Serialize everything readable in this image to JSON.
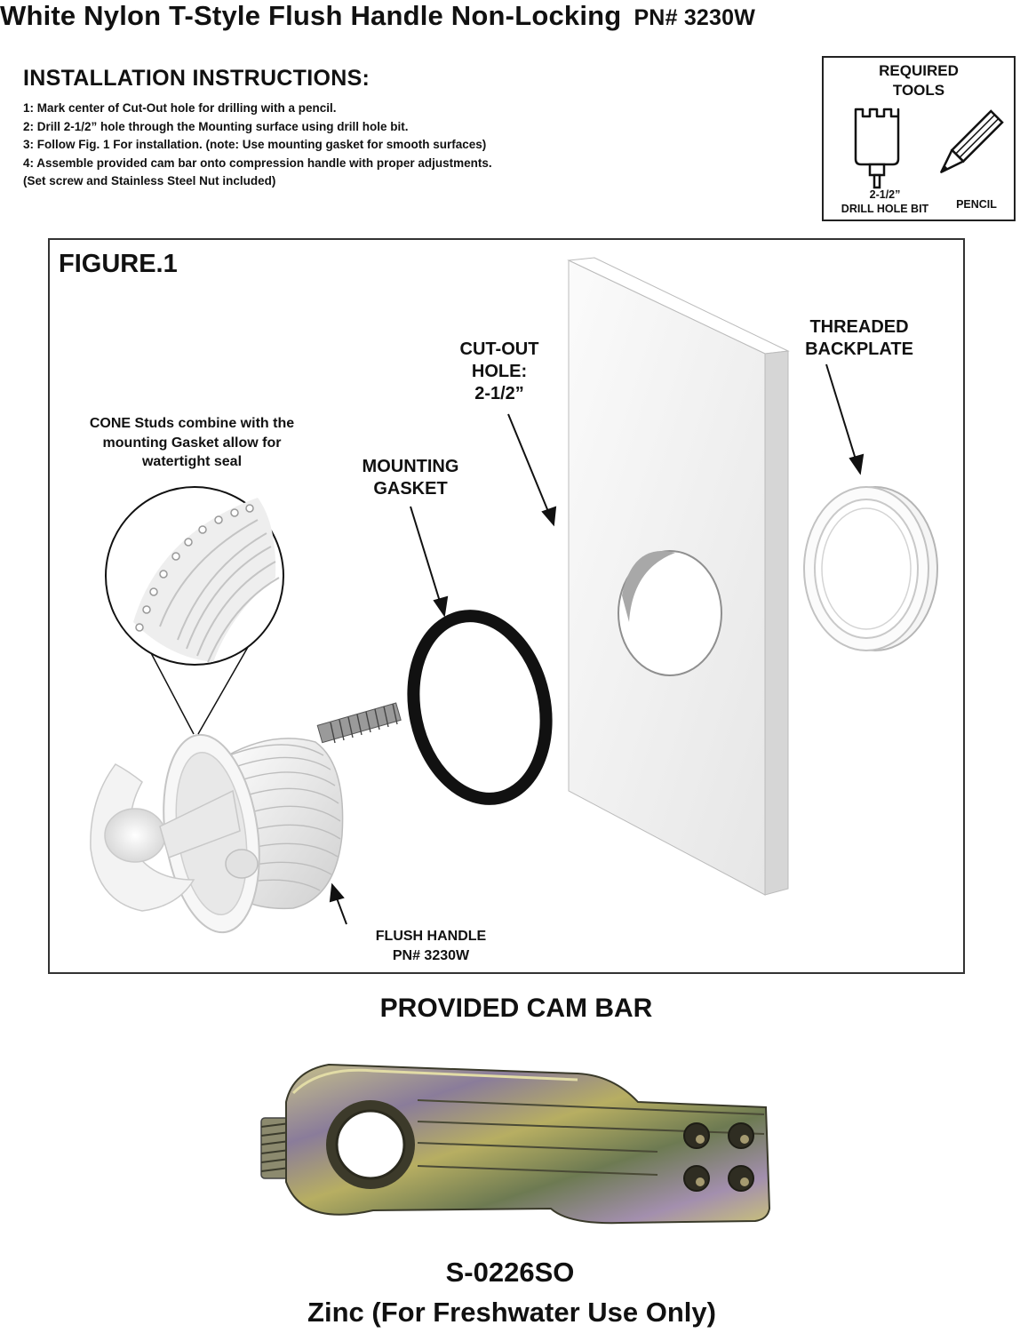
{
  "header": {
    "title": "White Nylon T-Style Flush Handle Non-Locking",
    "part_number": "PN# 3230W"
  },
  "instructions": {
    "heading": "INSTALLATION INSTRUCTIONS:",
    "steps": [
      "1: Mark center of Cut-Out hole for drilling with a pencil.",
      "2: Drill 2-1/2” hole through the Mounting surface using drill hole bit.",
      "3: Follow Fig. 1 For installation. (note: Use mounting gasket for smooth surfaces)",
      "4: Assemble provided cam bar onto compression handle with proper adjustments.",
      "(Set screw and Stainless Steel Nut included)"
    ]
  },
  "required_tools": {
    "title_line1": "REQUIRED",
    "title_line2": "TOOLS",
    "drill_label_line1": "2-1/2”",
    "drill_label_line2": "DRILL HOLE BIT",
    "pencil_label": "PENCIL"
  },
  "figure": {
    "title": "FIGURE.1",
    "cone_note": [
      "CONE Studs combine with the",
      "mounting Gasket allow for",
      "watertight seal"
    ],
    "mounting_gasket": [
      "MOUNTING",
      "GASKET"
    ],
    "cutout_hole": [
      "CUT-OUT",
      "HOLE:",
      "2-1/2”"
    ],
    "threaded_backplate": [
      "THREADED",
      "BACKPLATE"
    ],
    "flush_handle": [
      "FLUSH HANDLE",
      "PN# 3230W"
    ]
  },
  "cam_bar": {
    "title": "PROVIDED CAM BAR",
    "part_number": "S-0226SO",
    "material": "Zinc (For Freshwater Use Only)"
  },
  "colors": {
    "text": "#111111",
    "gasket": "#111111",
    "panel": "#f1f1f1",
    "cam_olive": "#8e8a4a",
    "cam_purple": "#7c5a86"
  }
}
